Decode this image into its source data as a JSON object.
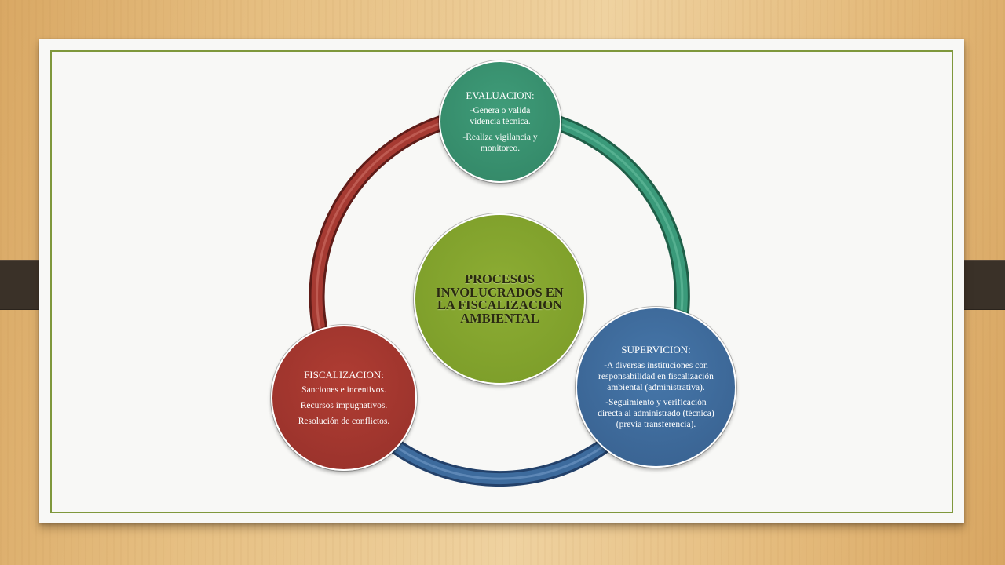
{
  "diagram": {
    "center": {
      "label": "PROCESOS INVOLUCRADOS EN LA FISCALIZACION AMBIENTAL",
      "color": "#86a430"
    },
    "nodes": [
      {
        "id": "evaluacion",
        "title": "EVALUACION:",
        "lines": [
          "-Genera o valida videncia técnica.",
          "-Realiza vigilancia y monitoreo."
        ],
        "color": "#3a9371"
      },
      {
        "id": "supervicion",
        "title": "SUPERVICION:",
        "lines": [
          "-A diversas instituciones con responsabilidad en fiscalización ambiental (administrativa).",
          "-Seguimiento y verificación directa al administrado (técnica) (previa transferencia)."
        ],
        "color": "#416c9e"
      },
      {
        "id": "fiscalizacion",
        "title": "FISCALIZACION:",
        "lines": [
          "Sanciones e incentivos.",
          "Recursos impugnativos.",
          "Resolución de conflictos."
        ],
        "color": "#a33832"
      }
    ],
    "arc_colors": {
      "evaluacion_to_supervicion": "#38987a",
      "supervicion_to_fiscalizacion": "#3c6a9a",
      "fiscalizacion_to_evaluacion": "#a63a32"
    },
    "frame_color": "#7f983c"
  }
}
